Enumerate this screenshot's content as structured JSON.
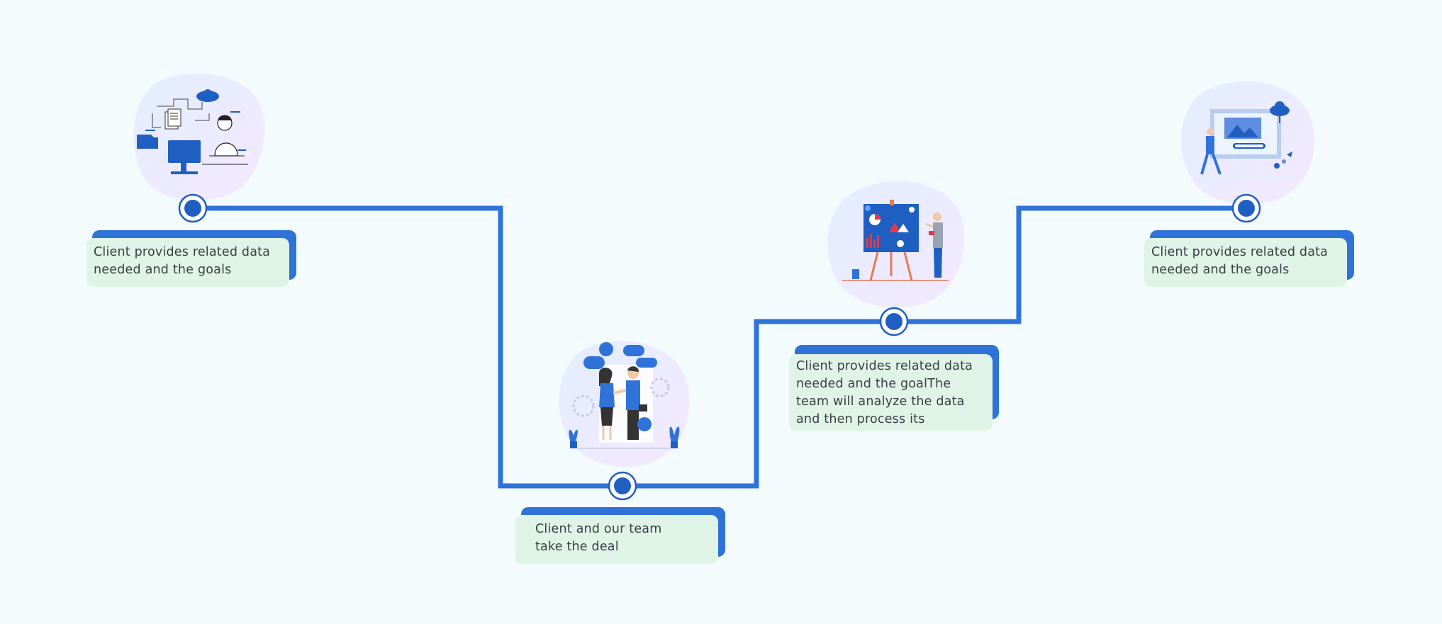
{
  "steps": [
    {
      "id": "step1",
      "text": "Client provides related data needed and the goals",
      "illustration": "data-collection-illustration"
    },
    {
      "id": "step2",
      "text": "Client and our team take the deal",
      "illustration": "handshake-illustration"
    },
    {
      "id": "step3",
      "text": "Client provides related data needed and the goalThe team will analyze the data and then process its",
      "illustration": "presentation-board-illustration"
    },
    {
      "id": "step4",
      "text": "Client provides related data needed and the goals",
      "illustration": "web-gallery-illustration"
    }
  ],
  "colors": {
    "background": "#f4fbfd",
    "line": "#2f73d9",
    "node": "#1f5fc2",
    "card_front": "#dff3e6",
    "card_back": "#2f73d9",
    "text": "#3b3f45",
    "blob_light": "#e6f0ff",
    "blob_pink": "#f3e8ff"
  }
}
